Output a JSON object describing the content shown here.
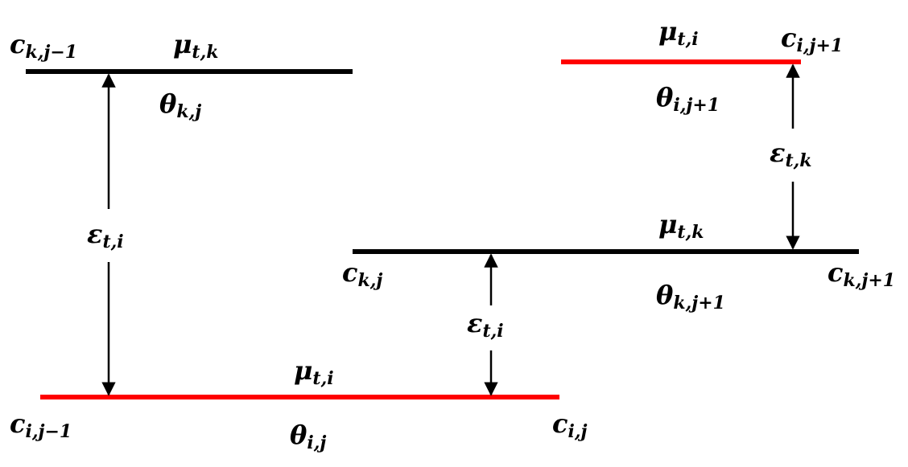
{
  "colors": {
    "line_black": "#000000",
    "line_red": "#ff0000",
    "arrow": "#000000",
    "text": "#000000"
  },
  "levels": [
    {
      "id": "level-top-left",
      "color": "red_false",
      "mu": {
        "base": "μ",
        "sub": "t,k"
      },
      "theta": {
        "base": "θ",
        "sub": "k,j"
      },
      "left_c": {
        "base": "c",
        "sub": "k,j−1"
      },
      "right_c": null
    },
    {
      "id": "level-top-right",
      "color": "red",
      "mu": {
        "base": "μ",
        "sub": "t,i"
      },
      "theta": {
        "base": "θ",
        "sub": "i,j+1"
      },
      "left_c": null,
      "right_c": {
        "base": "c",
        "sub": "i,j+1"
      }
    },
    {
      "id": "level-middle-right",
      "color": "black",
      "mu": {
        "base": "μ",
        "sub": "t,k"
      },
      "theta": {
        "base": "θ",
        "sub": "k,j+1"
      },
      "left_c": {
        "base": "c",
        "sub": "k,j"
      },
      "right_c": {
        "base": "c",
        "sub": "k,j+1"
      }
    },
    {
      "id": "level-bottom-left",
      "color": "red",
      "mu": {
        "base": "μ",
        "sub": "t,i"
      },
      "theta": {
        "base": "θ",
        "sub": "i,j"
      },
      "left_c": {
        "base": "c",
        "sub": "i,j−1"
      },
      "right_c": {
        "base": "c",
        "sub": "i,j"
      }
    }
  ],
  "transitions": [
    {
      "id": "epsilon-left",
      "base": "ε",
      "sub": "t,i"
    },
    {
      "id": "epsilon-middle",
      "base": "ε",
      "sub": "t,i"
    },
    {
      "id": "epsilon-right",
      "base": "ε",
      "sub": "t,k"
    }
  ]
}
